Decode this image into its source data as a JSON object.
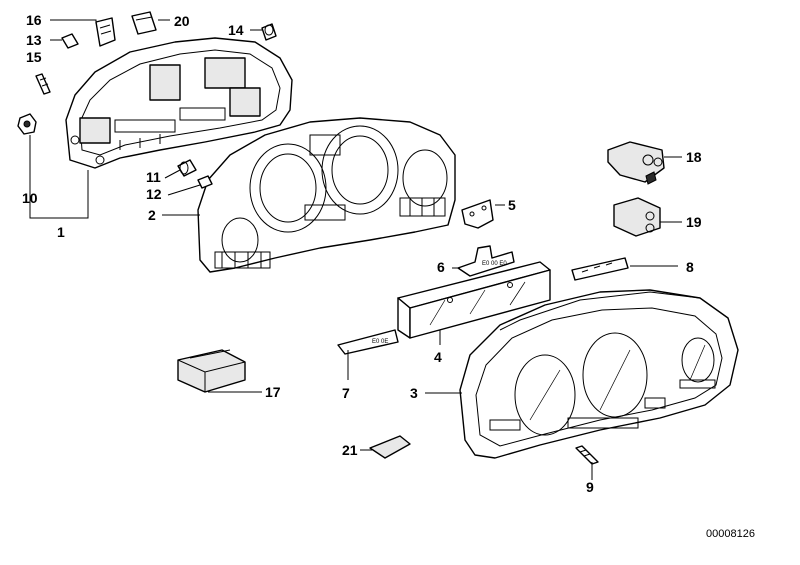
{
  "diagram": {
    "reference_number": "00008126",
    "callouts": [
      {
        "id": "c1",
        "label": "1"
      },
      {
        "id": "c2",
        "label": "2"
      },
      {
        "id": "c3",
        "label": "3"
      },
      {
        "id": "c4",
        "label": "4"
      },
      {
        "id": "c5",
        "label": "5"
      },
      {
        "id": "c6",
        "label": "6"
      },
      {
        "id": "c7",
        "label": "7"
      },
      {
        "id": "c8",
        "label": "8"
      },
      {
        "id": "c9",
        "label": "9"
      },
      {
        "id": "c10",
        "label": "10"
      },
      {
        "id": "c11",
        "label": "11"
      },
      {
        "id": "c12",
        "label": "12"
      },
      {
        "id": "c13",
        "label": "13"
      },
      {
        "id": "c14",
        "label": "14"
      },
      {
        "id": "c15",
        "label": "15"
      },
      {
        "id": "c16",
        "label": "16"
      },
      {
        "id": "c17",
        "label": "17"
      },
      {
        "id": "c18",
        "label": "18"
      },
      {
        "id": "c19",
        "label": "19"
      },
      {
        "id": "c20",
        "label": "20"
      },
      {
        "id": "c21",
        "label": "21"
      }
    ]
  }
}
